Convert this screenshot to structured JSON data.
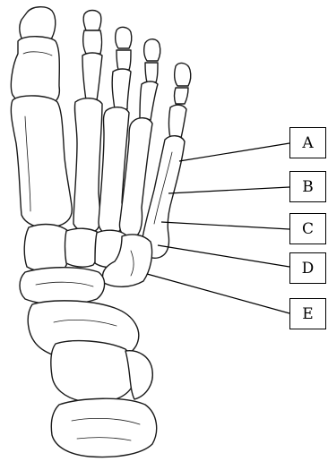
{
  "labels": [
    "A",
    "B",
    "C",
    "D",
    "E"
  ]
}
